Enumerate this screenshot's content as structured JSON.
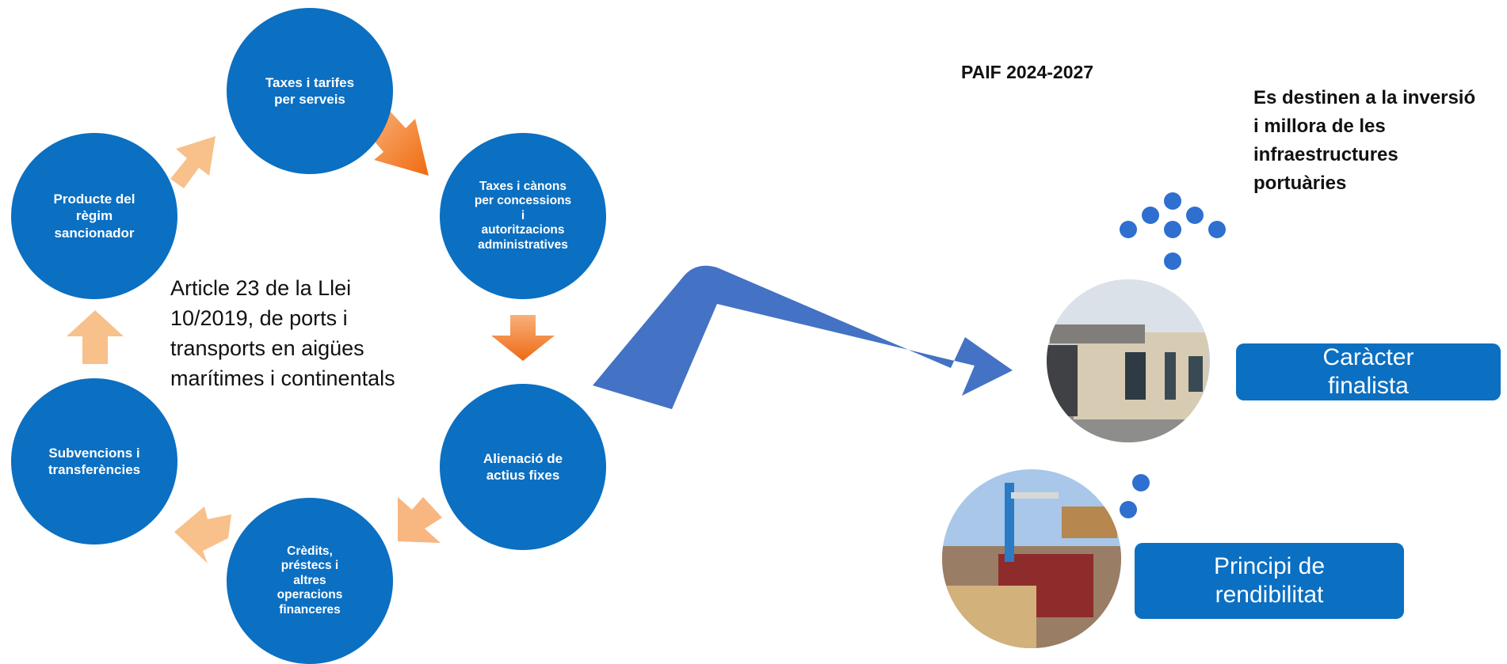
{
  "cycle": {
    "nodes": [
      {
        "label": "Taxes i tarifes\nper serveis"
      },
      {
        "label": "Taxes i cànons\nper concessions\ni\nautoritzacions\nadministratives"
      },
      {
        "label": "Alienació de\nactius fixes"
      },
      {
        "label": "Crèdits,\npréstecs i\naltres\noperacions\nfinanceres"
      },
      {
        "label": "Subvencions i\ntransferències"
      },
      {
        "label": "Producte del\nrègim\nsancionador"
      }
    ],
    "center_text": "Article 23 de la Llei\n10/2019, de ports i\ntransports en aigües\nmarítimes i continentals",
    "colors": {
      "circle": "#0b6fc2",
      "arrow_dark": "#f07a1e",
      "arrow_light": "#f8c08a"
    }
  },
  "right": {
    "title": "PAIF 2024-2027",
    "destination_text": "Es destinen a la inversió\ni millora de les\ninfraestructures\nportuàries",
    "badges": [
      {
        "label": "Caràcter\nfinalista"
      },
      {
        "label": "Principi de\nrendibilitat"
      }
    ],
    "photos": [
      {
        "icon": "port-building-photo"
      },
      {
        "icon": "port-cargo-ship-photo"
      }
    ],
    "big_arrow_color": "#4472c4"
  }
}
